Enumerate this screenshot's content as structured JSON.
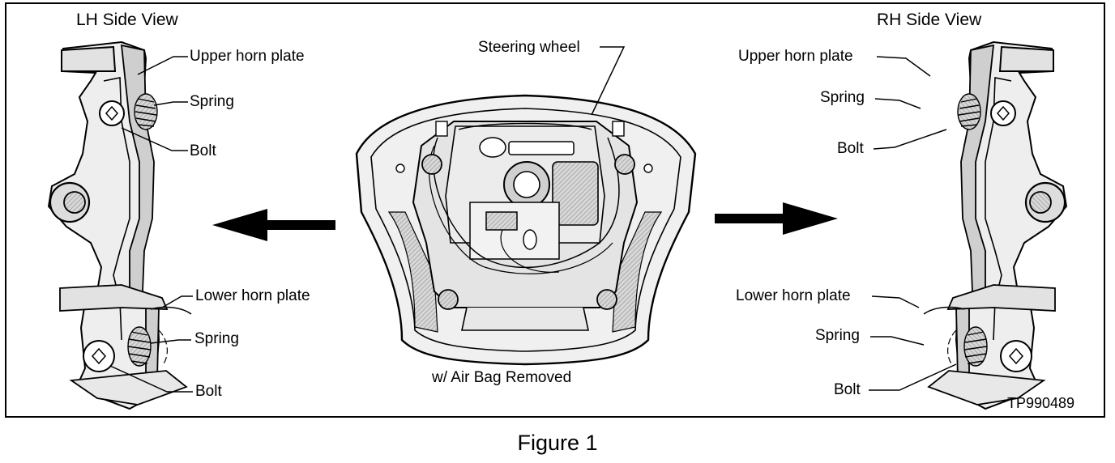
{
  "left_view": {
    "title": "LH Side View",
    "labels": {
      "upper_horn_plate": "Upper horn plate",
      "upper_spring": "Spring",
      "upper_bolt": "Bolt",
      "lower_horn_plate": "Lower horn plate",
      "lower_spring": "Spring",
      "lower_bolt": "Bolt"
    }
  },
  "right_view": {
    "title": "RH Side View",
    "labels": {
      "upper_horn_plate": "Upper horn plate",
      "upper_spring": "Spring",
      "upper_bolt": "Bolt",
      "lower_horn_plate": "Lower horn plate",
      "lower_spring": "Spring",
      "lower_bolt": "Bolt"
    }
  },
  "center_view": {
    "steering_wheel_label": "Steering wheel",
    "caption": "w/ Air Bag Removed"
  },
  "figure_code": "TP990489",
  "figure_caption": "Figure 1"
}
